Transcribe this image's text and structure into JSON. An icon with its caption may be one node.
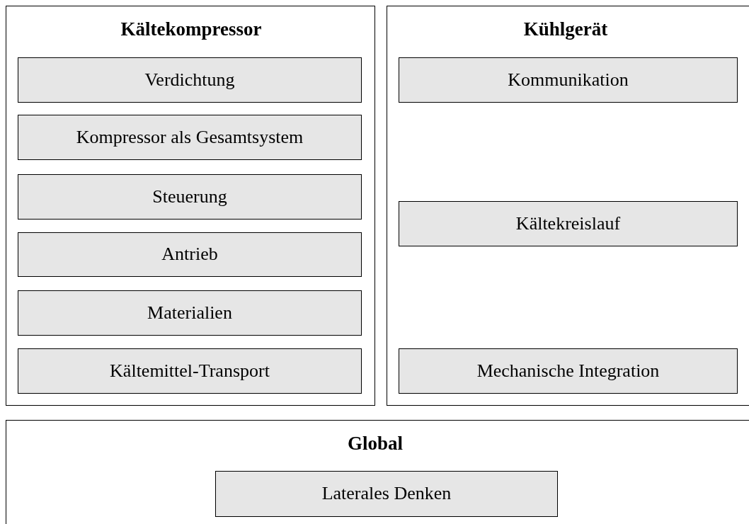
{
  "diagram": {
    "nodes": [
      {
        "text": [
          "Kältekompressor"
        ]
      },
      {
        "text": [
          "Verdichtung"
        ],
        "in": 0
      },
      {
        "text": [
          "Kompressor als Gesamtsystem"
        ],
        "in": 0
      },
      {
        "text": [
          "Steuerung"
        ],
        "in": 0
      },
      {
        "text": [
          "Antrieb"
        ],
        "in": 0
      },
      {
        "text": [
          "Materialien"
        ],
        "in": 0
      },
      {
        "text": [
          "Kältemittel-Transport"
        ],
        "in": 0
      },
      {
        "text": [
          "Kühlgerät"
        ]
      },
      {
        "text": [
          "Kommunikation"
        ],
        "in": 7
      },
      {
        "text": [
          "Kältekreislauf"
        ],
        "in": 7
      },
      {
        "text": [
          "Mechanische Integration"
        ],
        "in": 7
      },
      {
        "text": [
          "Global"
        ]
      },
      {
        "text": [
          "Laterales Denken"
        ],
        "in": 11
      }
    ]
  }
}
